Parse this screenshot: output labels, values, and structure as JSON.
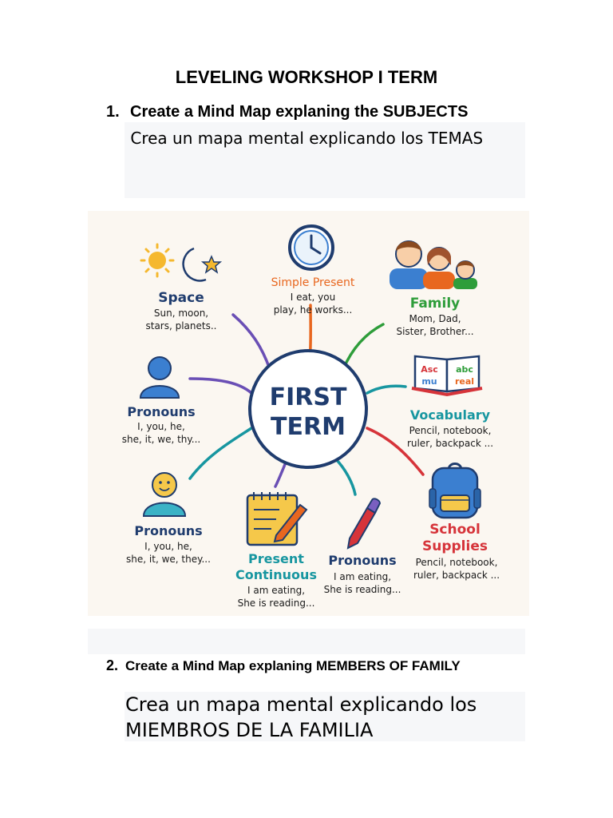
{
  "doc": {
    "title": "LEVELING WORKSHOP I TERM",
    "q1": {
      "num": "1.",
      "text": "Create a Mind Map explaning the SUBJECTS",
      "spanish": " Crea un mapa mental explicando los TEMAS"
    },
    "q2": {
      "num": "2.",
      "text": "Create a Mind Map explaning MEMBERS OF FAMILY",
      "spanish": "Crea un mapa mental explicando los MIEMBROS DE LA FAMILIA"
    }
  },
  "mindmap": {
    "center_line1": "FIRST",
    "center_line2": "TERM",
    "space": {
      "title": "Space",
      "d1": "Sun, moon,",
      "d2": "stars, planets.."
    },
    "simple_present": {
      "title": "Simple Present",
      "d1": "I eat, you",
      "d2": "play, he works..."
    },
    "family": {
      "title": "Family",
      "d1": "Mom, Dad,",
      "d2": "Sister, Brother..."
    },
    "pronouns1": {
      "title": "Pronouns",
      "d1": "I, you, he,",
      "d2": "she, it, we, thy..."
    },
    "vocabulary": {
      "title": "Vocabulary",
      "d1": "Pencil, notebook,",
      "d2": "ruler, backpack ..."
    },
    "book_words": {
      "w1": "Asc",
      "w2": "abc",
      "w3": "mu",
      "w4": "real"
    },
    "pronouns2": {
      "title": "Pronouns",
      "d1": "I, you, he,",
      "d2": "she, it, we, they..."
    },
    "present_continuous": {
      "title1": "Present",
      "title2": "Continuous",
      "d1": "I am eating,",
      "d2": "She is reading..."
    },
    "pronouns3": {
      "title": "Pronouns",
      "d1": "I am eating,",
      "d2": "She is reading..."
    },
    "school_supplies": {
      "title1": "School",
      "title2": "Supplies",
      "d1": "Pencil, notebook,",
      "d2": "ruler, backpack ..."
    },
    "colors": {
      "navy": "#1f3c6e",
      "orange": "#e8671f",
      "green": "#2e9d3a",
      "teal": "#1796a0",
      "red": "#d6343a",
      "purple": "#6a4fb5",
      "blue": "#3b7fd0"
    }
  }
}
